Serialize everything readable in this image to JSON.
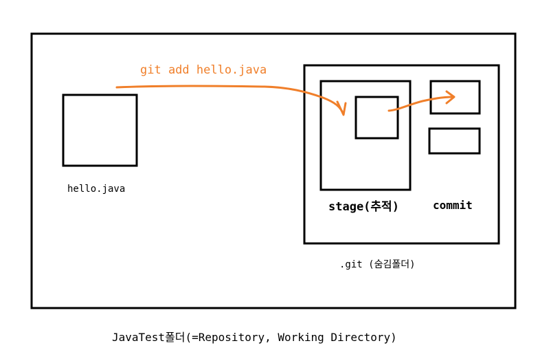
{
  "labels": {
    "command": "git add hello.java",
    "file": "hello.java",
    "stage": "stage(추적)",
    "commit": "commit",
    "git_folder": ".git (숨김폴더)",
    "repository": "JavaTest폴더(=Repository, Working Directory)"
  },
  "colors": {
    "arrow": "#f07f2a",
    "stroke": "#000000",
    "text": "#000000"
  }
}
